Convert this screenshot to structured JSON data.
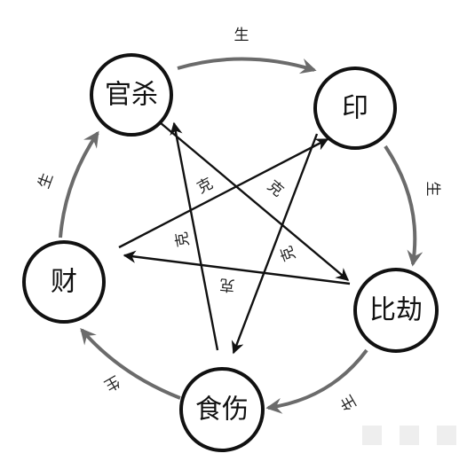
{
  "diagram": {
    "nodes": {
      "guansha": "官杀",
      "yin": "印",
      "bijie": "比劫",
      "shishang": "食伤",
      "cai": "财"
    },
    "sheng_labels": {
      "guansha_to_yin": "生",
      "yin_to_bijie": "生",
      "bijie_to_shishang": "生",
      "shishang_to_cai": "生",
      "cai_to_guansha": "生"
    },
    "ke_labels": {
      "guansha_to_bijie": "克",
      "yin_to_shishang": "克",
      "bijie_to_cai": "克",
      "shishang_to_guansha": "克",
      "cai_to_yin": "克"
    },
    "colors": {
      "sheng_arrow": "#6b6b6b",
      "ke_arrow": "#111111",
      "node_border": "#111111",
      "background": "#ffffff"
    }
  }
}
